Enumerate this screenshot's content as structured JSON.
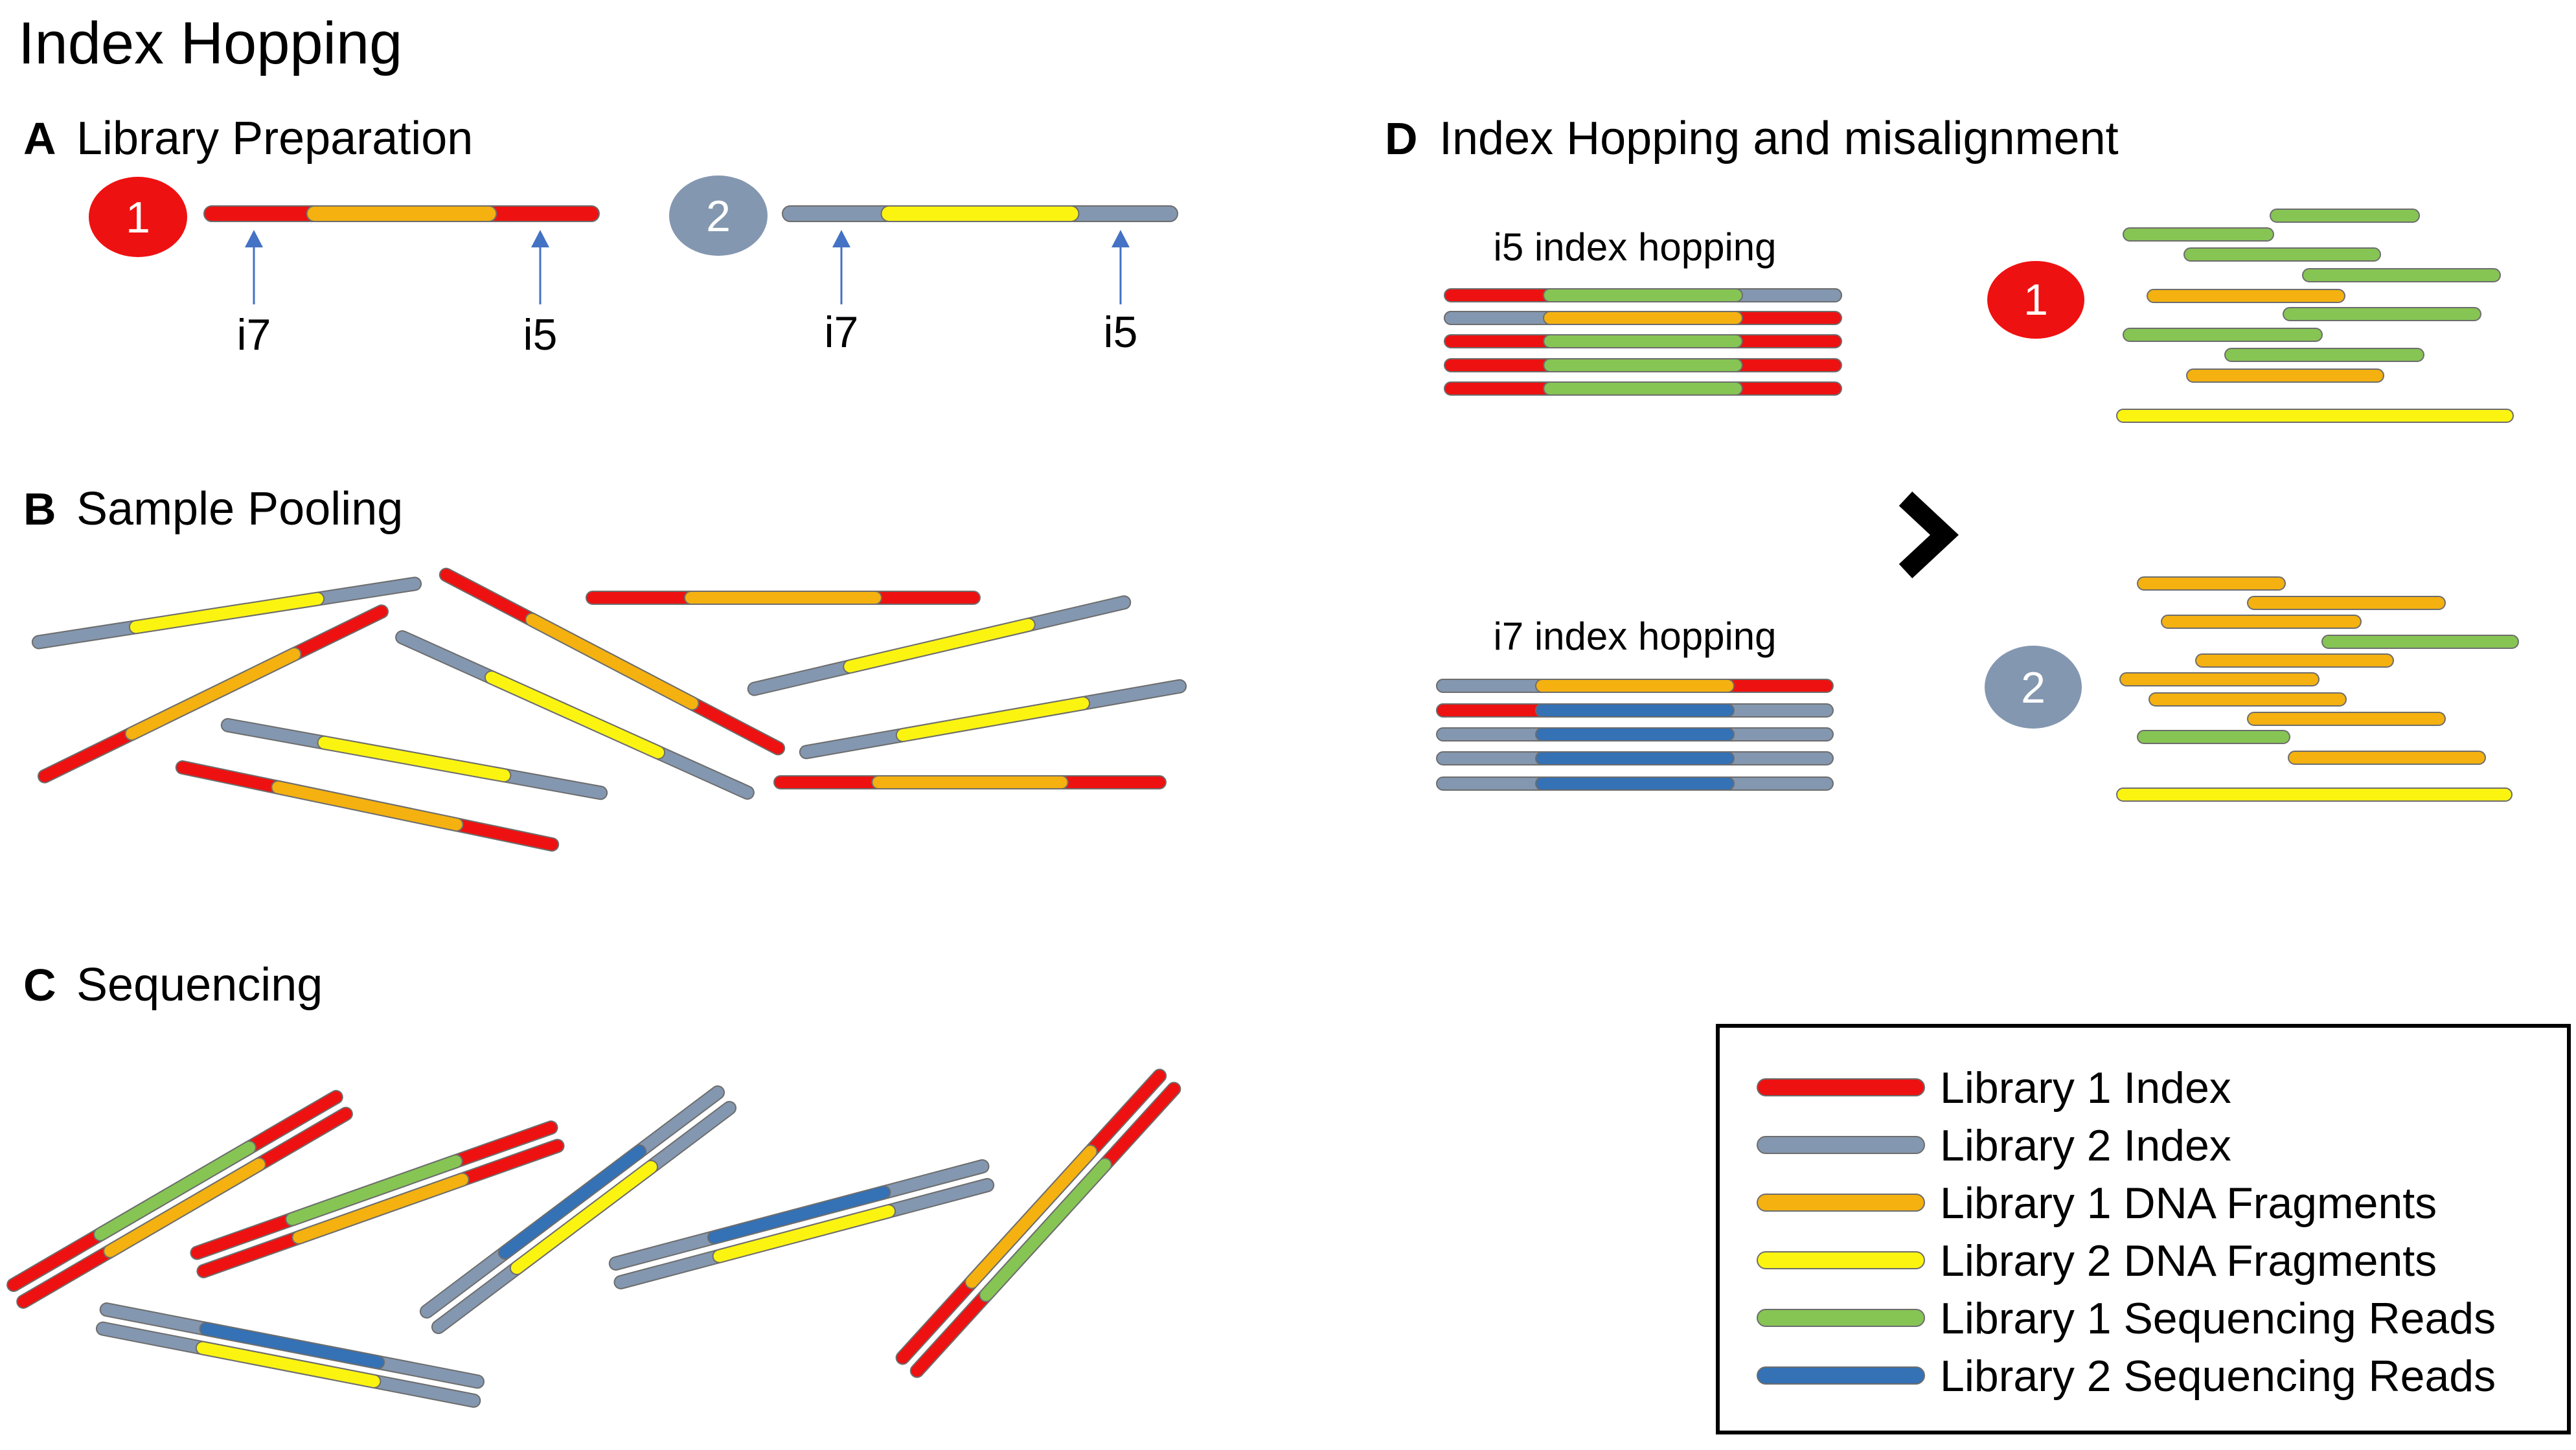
{
  "title": "Index Hopping",
  "colors": {
    "library1_index": "#ee1111",
    "library2_index": "#8497b0",
    "library1_fragment": "#f4b110",
    "library2_fragment": "#fbf411",
    "library1_read": "#86c554",
    "library2_read": "#3471b5",
    "arrow": "#4472c4",
    "badge1": "#ee1111",
    "badge2": "#8497b0"
  },
  "sections": {
    "a": {
      "letter": "A",
      "label": "Library Preparation"
    },
    "b": {
      "letter": "B",
      "label": "Sample Pooling"
    },
    "c": {
      "letter": "C",
      "label": "Sequencing"
    },
    "d": {
      "letter": "D",
      "label": "Index Hopping and misalignment"
    }
  },
  "library_prep": {
    "badge1": "1",
    "badge2": "2",
    "lib1_i7": "i7",
    "lib1_i5": "i5",
    "lib2_i7": "i7",
    "lib2_i5": "i5"
  },
  "hopping": {
    "i5_label": "i5 index hopping",
    "i7_label": "i7 index hopping",
    "badge1": "1",
    "badge2": "2",
    "chevron_icon": "chevron-right-icon"
  },
  "legend": [
    {
      "label": "Library  1 Index",
      "color_key": "library1_index"
    },
    {
      "label": "Library  2 Index",
      "color_key": "library2_index"
    },
    {
      "label": "Library  1 DNA Fragments",
      "color_key": "library1_fragment"
    },
    {
      "label": "Library  2 DNA Fragments",
      "color_key": "library2_fragment"
    },
    {
      "label": "Library  1 Sequencing Reads",
      "color_key": "library1_read"
    },
    {
      "label": "Library  2 Sequencing Reads",
      "color_key": "library2_read"
    }
  ]
}
